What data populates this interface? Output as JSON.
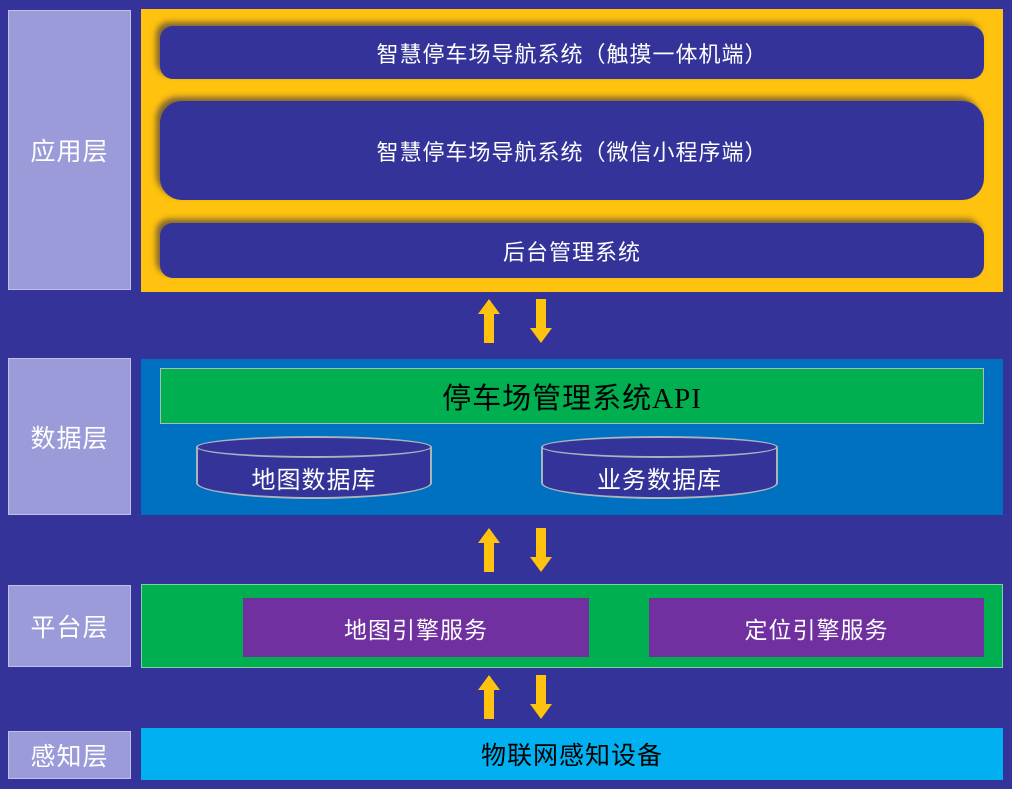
{
  "colors": {
    "background": "#333399",
    "layer_label_bg": "#9B9BD9",
    "app_container_bg": "#FFC20E",
    "app_box_bg": "#333399",
    "data_container_bg": "#0070C0",
    "api_bar_bg": "#00B050",
    "cylinder_fill": "#333399",
    "cylinder_outline": "#A9B4BE",
    "platform_container_bg": "#00B050",
    "service_box_bg": "#7030A0",
    "perception_bar_bg": "#00B0F0",
    "arrow_color": "#FFC20E",
    "text_light": "#FFFFFF",
    "text_dark": "#000000"
  },
  "layers": {
    "application": {
      "label": "应用层",
      "boxes": [
        "智慧停车场导航系统（触摸一体机端）",
        "智慧停车场导航系统（微信小程序端）",
        "后台管理系统"
      ]
    },
    "data": {
      "label": "数据层",
      "api_bar": "停车场管理系统API",
      "databases": [
        "地图数据库",
        "业务数据库"
      ]
    },
    "platform": {
      "label": "平台层",
      "services": [
        "地图引擎服务",
        "定位引擎服务"
      ]
    },
    "perception": {
      "label": "感知层",
      "bar": "物联网感知设备"
    }
  }
}
